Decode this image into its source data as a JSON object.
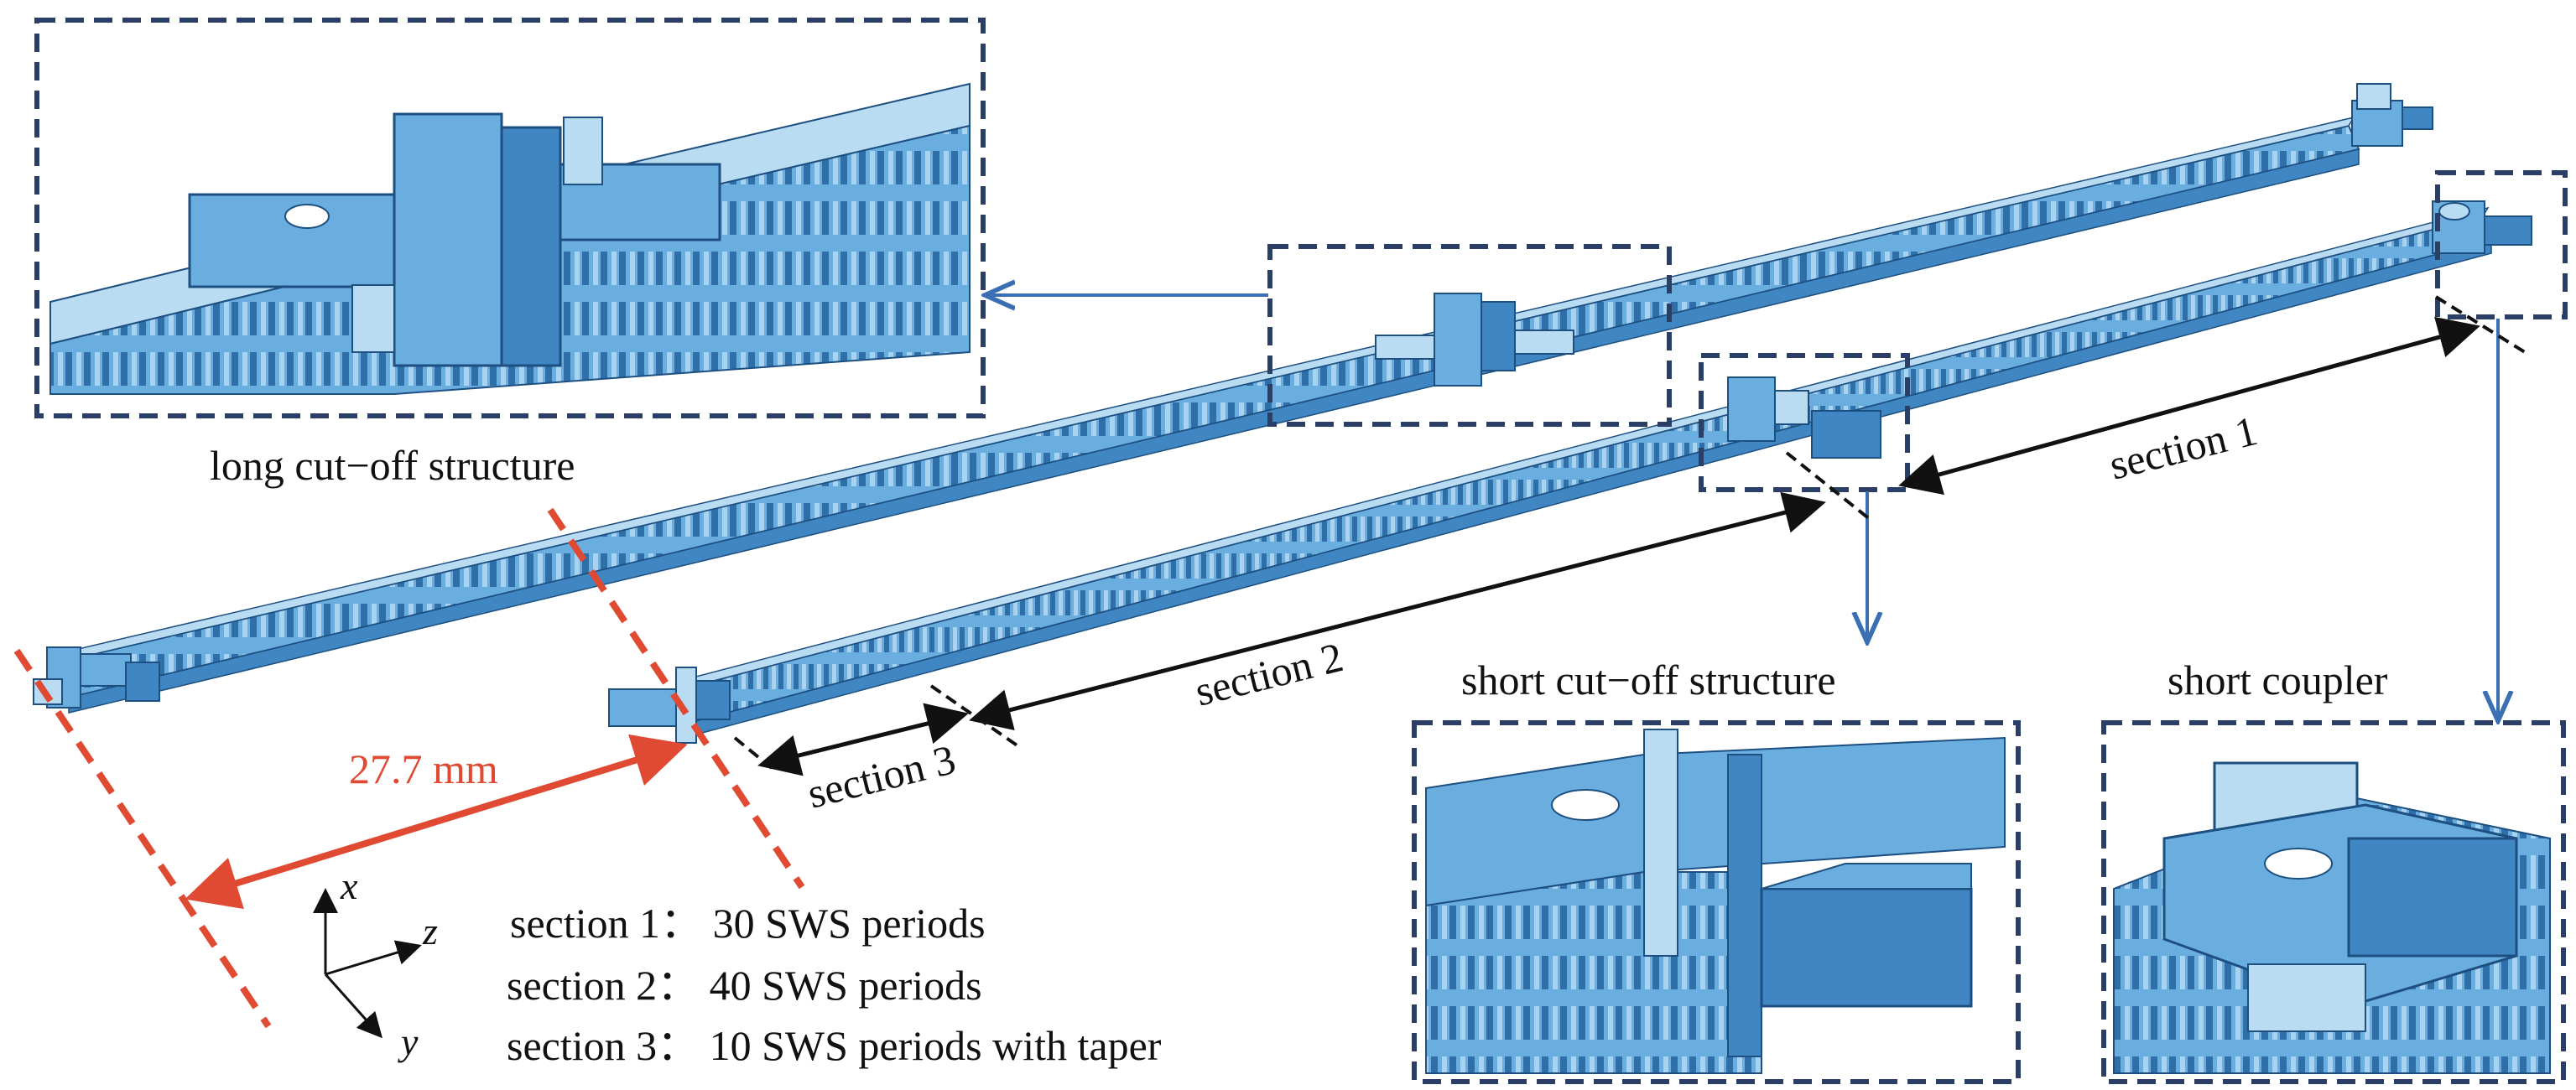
{
  "labels": {
    "long_cutoff": "long cut−off structure",
    "short_cutoff": "short cut−off structure",
    "short_coupler": "short coupler",
    "section1": "section 1",
    "section2": "section 2",
    "section3": "section 3",
    "dimension": "27.7 mm"
  },
  "axes": {
    "x": "x",
    "y": "y",
    "z": "z"
  },
  "legend": [
    "section 1： 30 SWS periods",
    "section 2： 40 SWS periods",
    "section 3： 10 SWS periods with taper"
  ],
  "colors": {
    "structure_fill": "#6aaee0",
    "structure_dark": "#3f86c2",
    "structure_light": "#b9dcf3",
    "outline": "#1d4f80",
    "dashed_box": "#2b3f66",
    "callout_arrow": "#3b6fb3",
    "dimension_red": "#e04a33",
    "dimension_arrow": "#111111"
  },
  "icons": [
    "axis-triad-icon",
    "slow-wave-structure-icon"
  ]
}
